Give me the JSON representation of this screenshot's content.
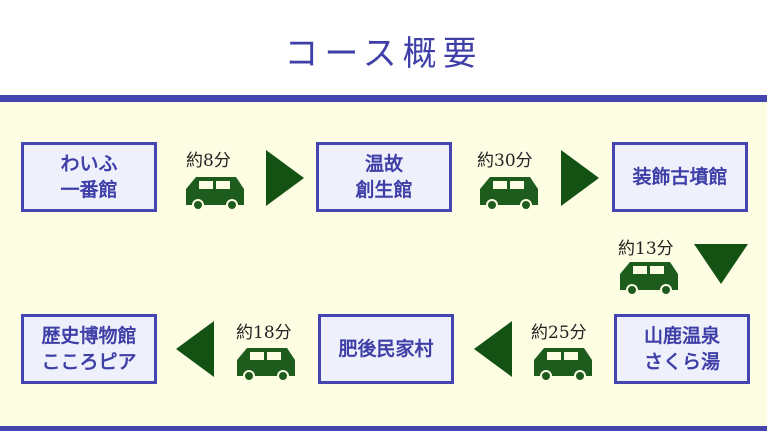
{
  "title": "コース概要",
  "stops": [
    {
      "label": "わいふ\n一番館"
    },
    {
      "label": "温故\n創生館"
    },
    {
      "label": "装飾古墳館"
    },
    {
      "label": "山鹿温泉\nさくら湯"
    },
    {
      "label": "肥後民家村"
    },
    {
      "label": "歴史博物館\nこころピア"
    }
  ],
  "legs": [
    {
      "time": "約8分"
    },
    {
      "time": "約30分"
    },
    {
      "time": "約13分"
    },
    {
      "time": "約25分"
    },
    {
      "time": "約18分"
    }
  ],
  "colors": {
    "accent": "#4545b2",
    "box_fill": "#eef0fb",
    "band": "#fcfde3",
    "car": "#1e5c1e",
    "arrow": "#145214"
  },
  "icons": [
    "car-icon",
    "arrow-right-icon",
    "arrow-down-icon",
    "arrow-left-icon"
  ]
}
